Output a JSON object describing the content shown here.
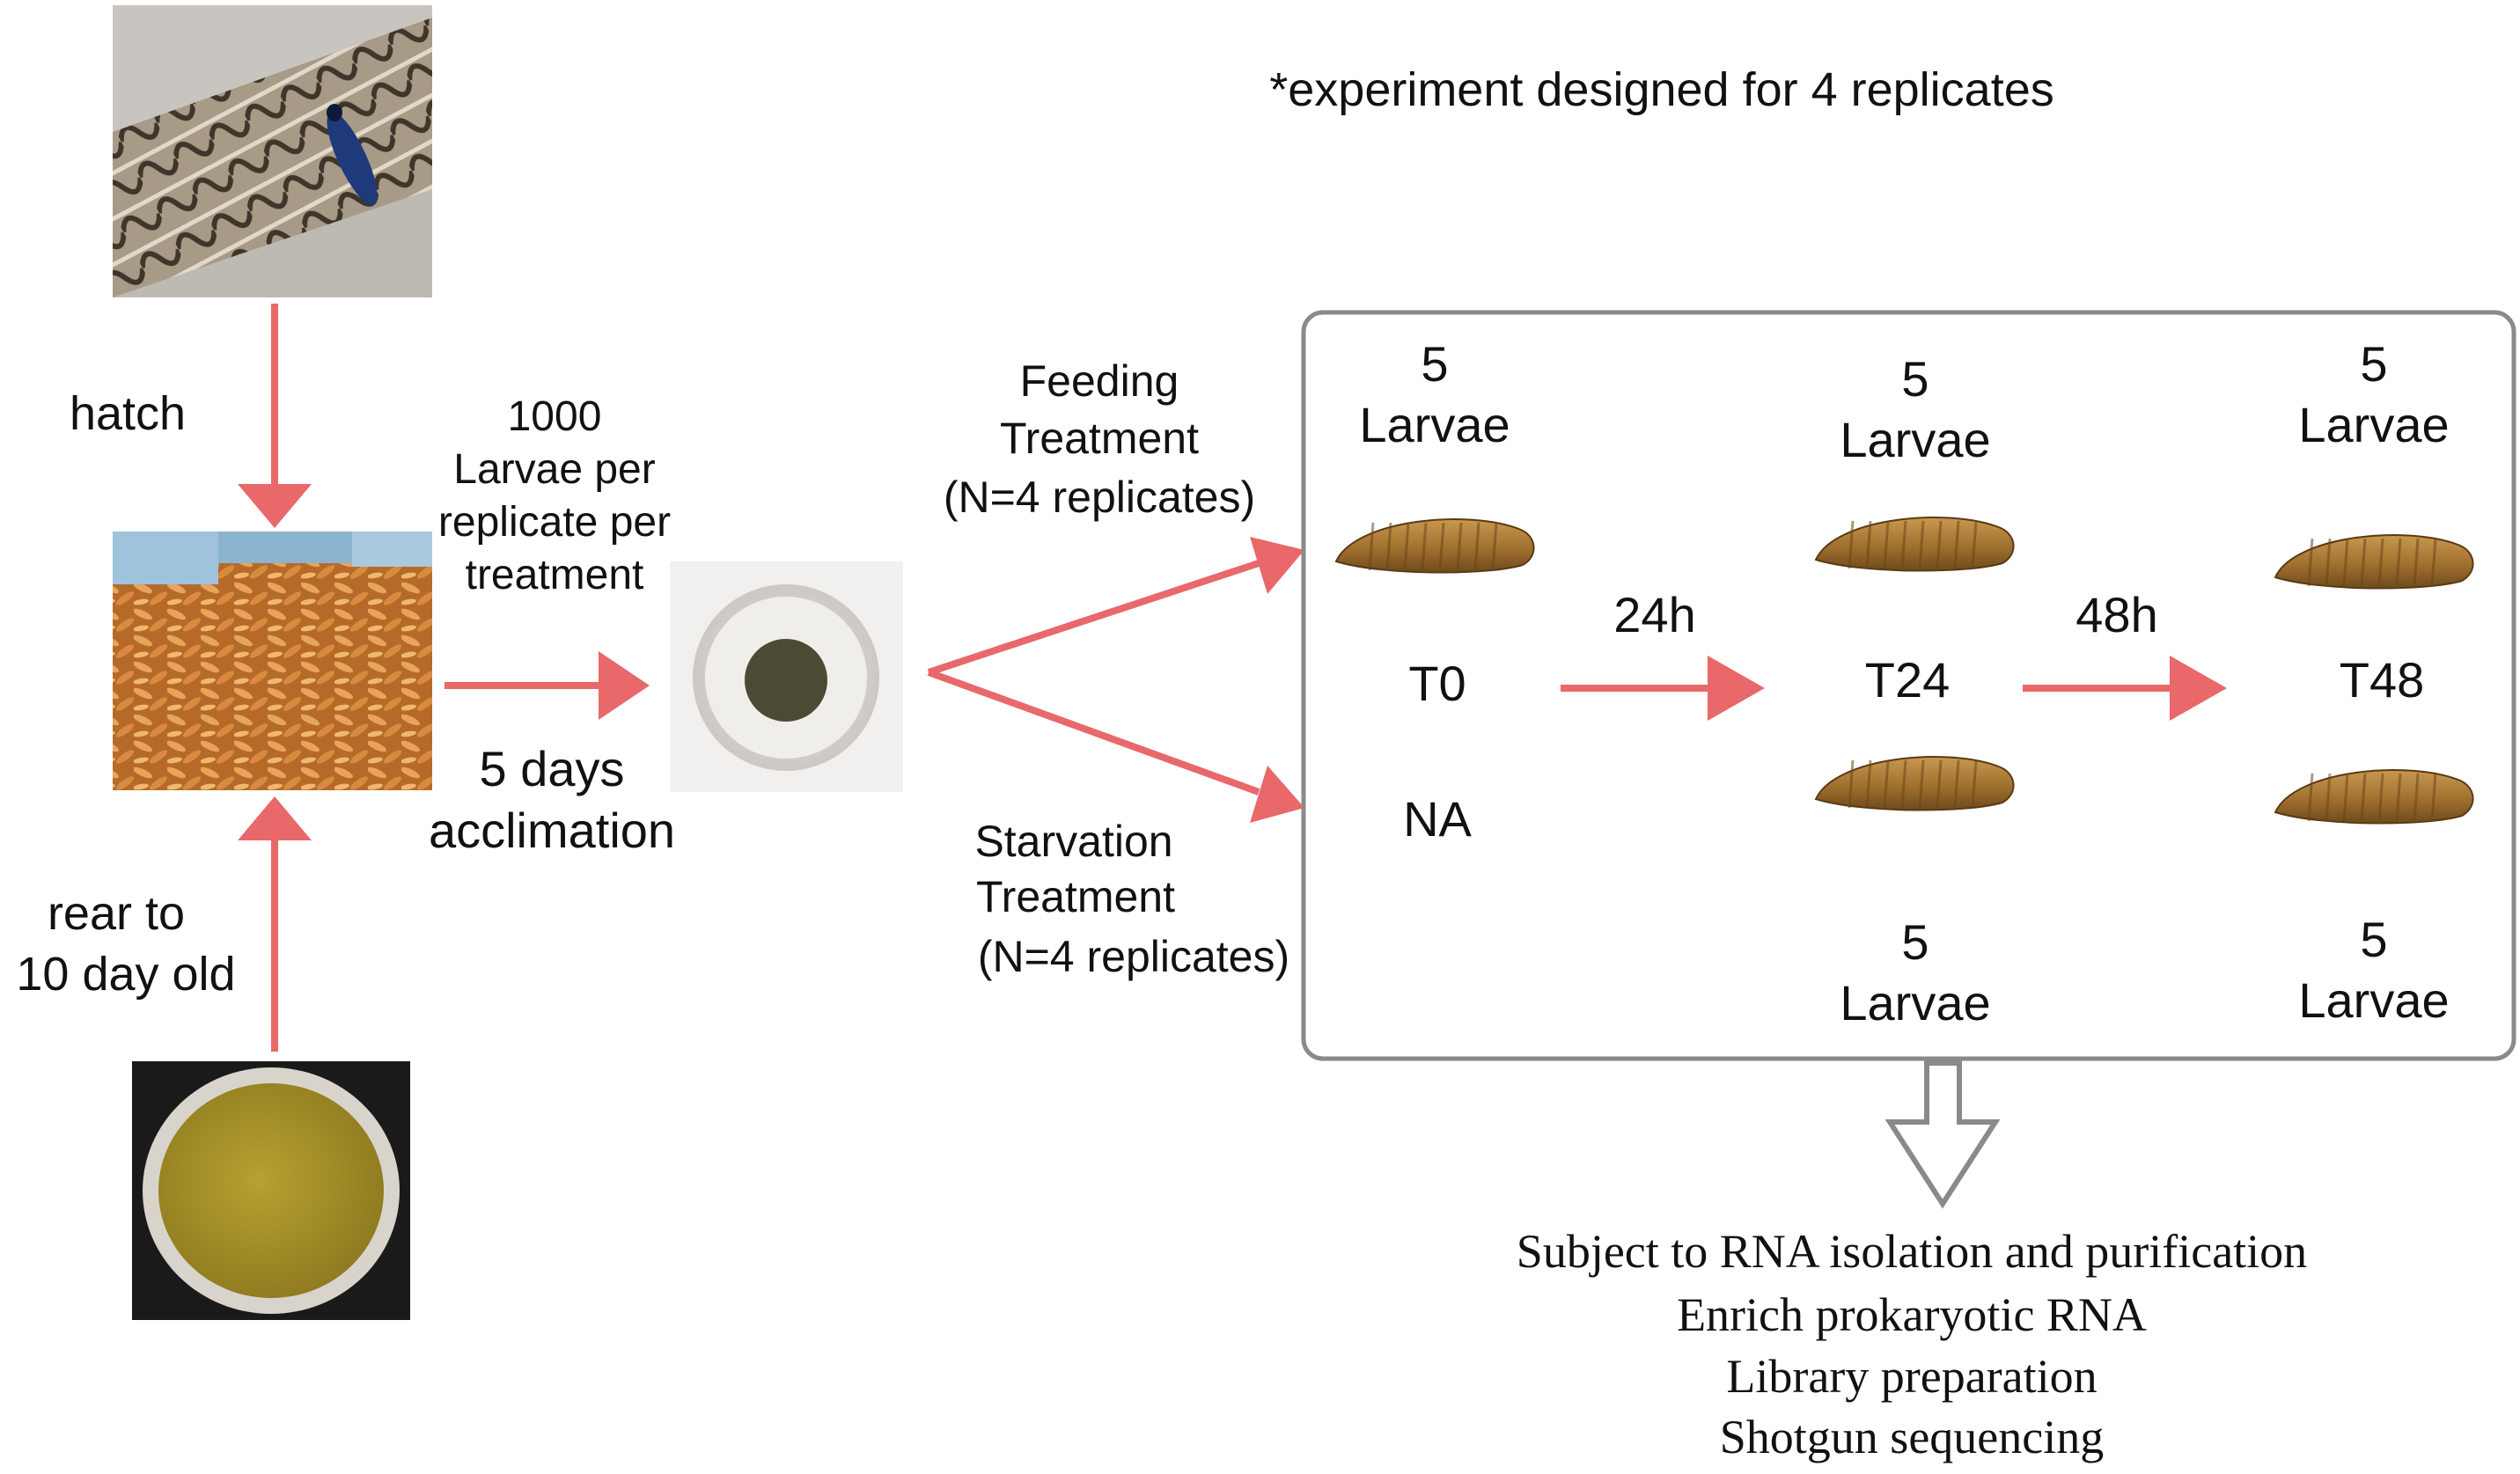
{
  "note": "*experiment designed for 4 replicates",
  "colors": {
    "arrow": "#e9686a",
    "box_border": "#8a8a8a",
    "text": "#111111"
  },
  "left_flow": {
    "hatch_label": "hatch",
    "rear_label_1": "rear to",
    "rear_label_2": "10 day old",
    "larvae_count_1": "1000",
    "larvae_count_2": "Larvae per",
    "larvae_count_3": "replicate per",
    "larvae_count_4": "treatment",
    "acclimation_1": "5 days",
    "acclimation_2": "acclimation"
  },
  "treatments": {
    "feeding_1": "Feeding",
    "feeding_2": "Treatment",
    "feeding_3": "(N=4 replicates)",
    "starvation_1": "Starvation",
    "starvation_2": "Treatment",
    "starvation_3": "(N=4 replicates)"
  },
  "timeline": {
    "t0": {
      "count": "5",
      "unit": "Larvae",
      "label": "T0",
      "na": "NA"
    },
    "t24": {
      "count_top": "5",
      "unit_top": "Larvae",
      "label": "T24",
      "count_bottom": "5",
      "unit_bottom": "Larvae"
    },
    "t48": {
      "count_top": "5",
      "unit_top": "Larvae",
      "label": "T48",
      "count_bottom": "5",
      "unit_bottom": "Larvae"
    },
    "step1": "24h",
    "step2": "48h"
  },
  "processing_steps": [
    "Subject to RNA isolation and purification",
    "Enrich prokaryotic RNA",
    "Library preparation",
    "Shotgun sequencing"
  ]
}
